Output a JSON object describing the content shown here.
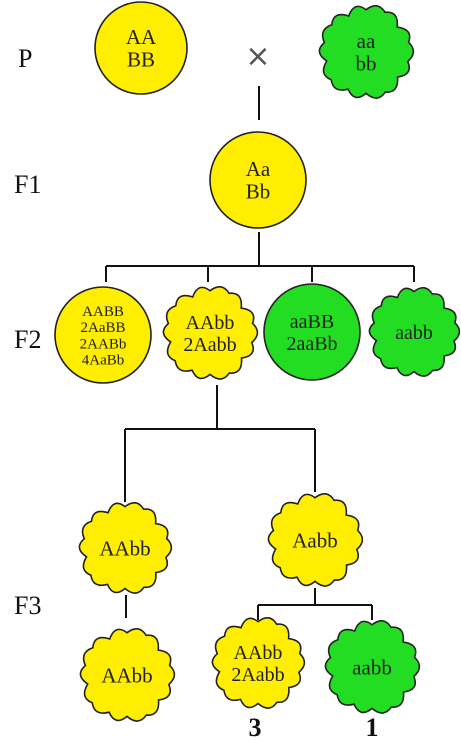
{
  "colors": {
    "yellow": "#ffee00",
    "green": "#22dd22"
  },
  "generations": {
    "p": "P",
    "f1": "F1",
    "f2": "F2",
    "f3": "F3"
  },
  "cross_symbol": "×",
  "p_yellow": {
    "lines": [
      "AA",
      "BB"
    ],
    "shape": "round",
    "color": "yellow"
  },
  "p_green": {
    "lines": [
      "aa",
      "bb"
    ],
    "shape": "wrinkled",
    "color": "green"
  },
  "f1": {
    "lines": [
      "Aa",
      "Bb"
    ],
    "shape": "round",
    "color": "yellow"
  },
  "f2": [
    {
      "lines": [
        "AABB",
        "2AaBB",
        "2AABb",
        "4AaBb"
      ],
      "shape": "round",
      "color": "yellow"
    },
    {
      "lines": [
        "AAbb",
        "2Aabb"
      ],
      "shape": "wrinkled",
      "color": "yellow"
    },
    {
      "lines": [
        "aaBB",
        "2aaBb"
      ],
      "shape": "round",
      "color": "green"
    },
    {
      "lines": [
        "aabb"
      ],
      "shape": "wrinkled",
      "color": "green"
    }
  ],
  "f3_left_parent": {
    "lines": [
      "AAbb"
    ],
    "shape": "wrinkled",
    "color": "yellow"
  },
  "f3_left_child": {
    "lines": [
      "AAbb"
    ],
    "shape": "wrinkled",
    "color": "yellow"
  },
  "f3_right_parent": {
    "lines": [
      "Aabb"
    ],
    "shape": "wrinkled",
    "color": "yellow"
  },
  "f3_right_children": [
    {
      "lines": [
        "AAbb",
        "2Aabb"
      ],
      "shape": "wrinkled",
      "color": "yellow",
      "count": "3"
    },
    {
      "lines": [
        "aabb"
      ],
      "shape": "wrinkled",
      "color": "green",
      "count": "1"
    }
  ]
}
